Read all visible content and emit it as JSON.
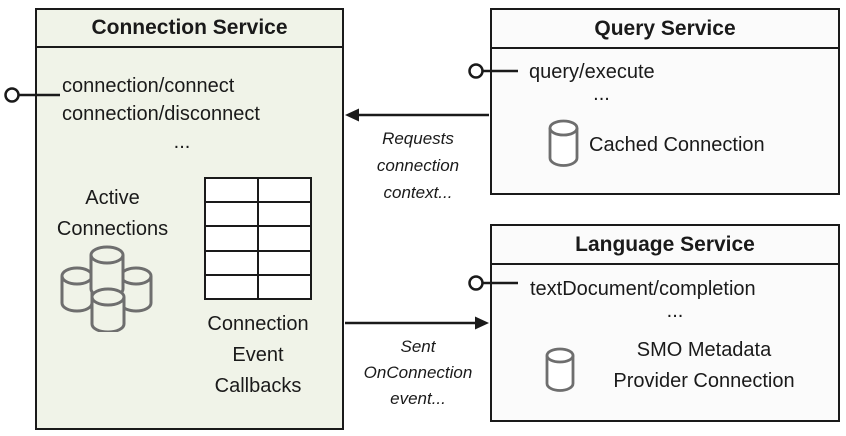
{
  "connection_service": {
    "title": "Connection Service",
    "methods": [
      "connection/connect",
      "connection/disconnect"
    ],
    "ellipsis": "...",
    "active_connections": [
      "Active",
      "Connections"
    ],
    "callbacks": [
      "Connection",
      "Event",
      "Callbacks"
    ]
  },
  "query_service": {
    "title": "Query Service",
    "method": "query/execute",
    "ellipsis": "...",
    "cached_connection": "Cached Connection"
  },
  "language_service": {
    "title": "Language Service",
    "method": "textDocument/completion",
    "ellipsis": "...",
    "smo_provider": [
      "SMO Metadata",
      "Provider Connection"
    ]
  },
  "arrows": {
    "requests": [
      "Requests",
      "connection",
      "context..."
    ],
    "sent": [
      "Sent",
      "OnConnection",
      "event..."
    ]
  },
  "colors": {
    "connection_box_bg": "#f0f3e8",
    "service_box_bg": "#fbfbfb",
    "border": "#1a1a1a",
    "icon_gray": "#6e6e6e"
  },
  "icons": {
    "database": "database-cylinder-icon",
    "connection_pool": "connection-pool-icon",
    "callback_table": "callback-table-icon",
    "interface": "lollipop-interface-icon"
  }
}
